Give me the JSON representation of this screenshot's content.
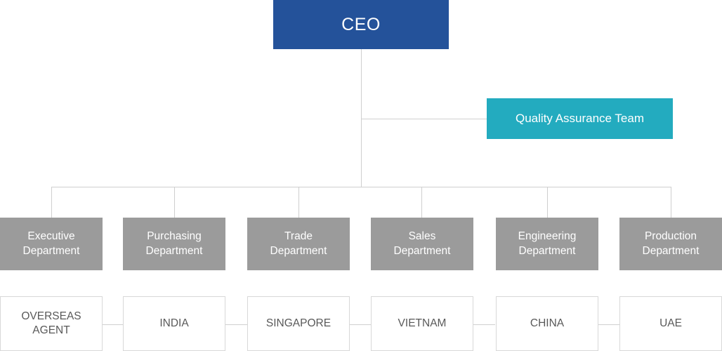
{
  "chart_data": {
    "type": "diagram",
    "subtype": "organizational-chart",
    "title": "",
    "orientation": "top-down",
    "colors": {
      "ceo_fill": "#24529A",
      "ceo_text": "#ffffff",
      "quality_fill": "#23ABBF",
      "quality_text": "#ffffff",
      "department_fill": "#9B9B9B",
      "department_text": "#ffffff",
      "region_fill": "#ffffff",
      "region_border": "#d8d8d8",
      "region_text": "#595959",
      "connector": "#cfcfcf",
      "background": "#ffffff"
    },
    "levels": [
      {
        "level": 1,
        "nodes": [
          "CEO"
        ]
      },
      {
        "level": 2,
        "nodes": [
          "Quality Assurance Team"
        ]
      },
      {
        "level": 3,
        "nodes": [
          "Executive Department",
          "Purchasing Department",
          "Trade Department",
          "Sales Department",
          "Engineering Department",
          "Production Department"
        ]
      },
      {
        "level": 4,
        "nodes": [
          "OVERSEAS AGENT",
          "INDIA",
          "SINGAPORE",
          "VIETNAM",
          "CHINA",
          "UAE"
        ]
      }
    ],
    "edges": [
      {
        "from": "CEO",
        "to": "Quality Assurance Team"
      },
      {
        "from": "CEO",
        "to": "Executive Department"
      },
      {
        "from": "CEO",
        "to": "Purchasing Department"
      },
      {
        "from": "CEO",
        "to": "Trade Department"
      },
      {
        "from": "CEO",
        "to": "Sales Department"
      },
      {
        "from": "CEO",
        "to": "Engineering Department"
      },
      {
        "from": "CEO",
        "to": "Production Department"
      },
      {
        "from": "OVERSEAS AGENT",
        "to": "INDIA"
      },
      {
        "from": "INDIA",
        "to": "SINGAPORE"
      },
      {
        "from": "SINGAPORE",
        "to": "VIETNAM"
      },
      {
        "from": "VIETNAM",
        "to": "CHINA"
      },
      {
        "from": "CHINA",
        "to": "UAE"
      }
    ]
  },
  "root": {
    "label": "CEO"
  },
  "quality": {
    "label": "Quality Assurance Team"
  },
  "departments": [
    {
      "line1": "Executive",
      "line2": "Department"
    },
    {
      "line1": "Purchasing",
      "line2": "Department"
    },
    {
      "line1": "Trade",
      "line2": "Department"
    },
    {
      "line1": "Sales",
      "line2": "Department"
    },
    {
      "line1": "Engineering",
      "line2": "Department"
    },
    {
      "line1": "Production",
      "line2": "Department"
    }
  ],
  "regions": [
    {
      "line1": "OVERSEAS",
      "line2": "AGENT"
    },
    {
      "line1": "INDIA",
      "line2": ""
    },
    {
      "line1": "SINGAPORE",
      "line2": ""
    },
    {
      "line1": "VIETNAM",
      "line2": ""
    },
    {
      "line1": "CHINA",
      "line2": ""
    },
    {
      "line1": "UAE",
      "line2": ""
    }
  ]
}
